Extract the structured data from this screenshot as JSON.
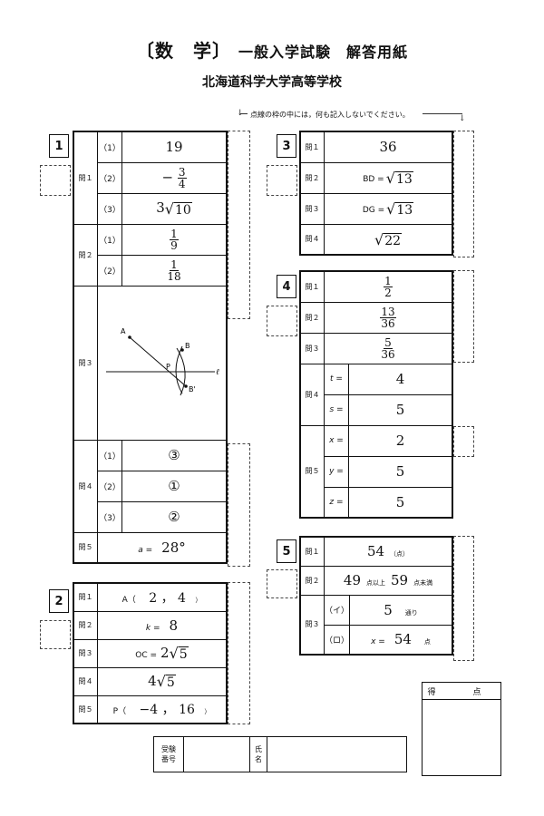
{
  "header": {
    "title_subject": "〔数　学〕",
    "title_rest": "一般入学試験　解答用紙",
    "school": "北海道科学大学高等学校",
    "note": "点線の枠の中には，何も記入しないでください。"
  },
  "q1": {
    "number": "1",
    "toi1": {
      "label": "問１",
      "s1": "（1）",
      "v1": "19",
      "s2": "（2）",
      "v2_sign": "−",
      "v2_num": "3",
      "v2_den": "4",
      "s3": "（3）",
      "v3_coef": "3",
      "v3_rad": "10"
    },
    "toi2": {
      "label": "問２",
      "s1": "（1）",
      "v1_num": "1",
      "v1_den": "9",
      "s2": "（2）",
      "v2_num": "1",
      "v2_den": "18"
    },
    "toi3": {
      "label": "問３",
      "pA": "A",
      "pB": "B",
      "pP": "P",
      "pB2": "B'",
      "line": "ℓ"
    },
    "toi4": {
      "label": "問４",
      "s1": "（1）",
      "v1": "③",
      "s2": "（2）",
      "v2": "①",
      "s3": "（3）",
      "v3": "②"
    },
    "toi5": {
      "label": "問５",
      "pre": "a =",
      "value": "28°"
    }
  },
  "q2": {
    "number": "2",
    "r1": {
      "label": "問１",
      "pre": "A（",
      "x": "2",
      "comma": "，",
      "y": "4",
      "post": "）"
    },
    "r2": {
      "label": "問２",
      "pre": "k =",
      "value": "8"
    },
    "r3": {
      "label": "問３",
      "pre": "OC =",
      "coef": "2",
      "rad": "5"
    },
    "r4": {
      "label": "問４",
      "coef": "4",
      "rad": "5"
    },
    "r5": {
      "label": "問５",
      "pre": "P（",
      "x": "−4",
      "comma": "，",
      "y": "16",
      "post": "）"
    }
  },
  "q3": {
    "number": "3",
    "r1": {
      "label": "問１",
      "value": "36"
    },
    "r2": {
      "label": "問２",
      "pre": "BD =",
      "rad": "13"
    },
    "r3": {
      "label": "問３",
      "pre": "DG =",
      "rad": "13"
    },
    "r4": {
      "label": "問４",
      "rad": "22"
    }
  },
  "q4": {
    "number": "4",
    "r1": {
      "label": "問１",
      "num": "1",
      "den": "2"
    },
    "r2": {
      "label": "問２",
      "num": "13",
      "den": "36"
    },
    "r3": {
      "label": "問３",
      "num": "5",
      "den": "36"
    },
    "r4": {
      "label": "問４",
      "pre1": "t =",
      "v1": "4",
      "pre2": "s =",
      "v2": "5"
    },
    "r5": {
      "label": "問５",
      "pre1": "x =",
      "v1": "2",
      "pre2": "y =",
      "v2": "5",
      "pre3": "z =",
      "v3": "5"
    }
  },
  "q5": {
    "number": "5",
    "r1": {
      "label": "問１",
      "value": "54",
      "unit": "（点）"
    },
    "r2": {
      "label": "問２",
      "v1": "49",
      "u1": "点以上",
      "v2": "59",
      "u2": "点未満"
    },
    "r3": {
      "label": "問３",
      "s1": "（イ）",
      "v1": "5",
      "u1": "通り",
      "s2": "（ロ）",
      "pre2": "x =",
      "v2": "54",
      "u2": "点"
    }
  },
  "footer": {
    "exam_no": "受験\n番号",
    "name": "氏\n名",
    "score": "得　点"
  }
}
